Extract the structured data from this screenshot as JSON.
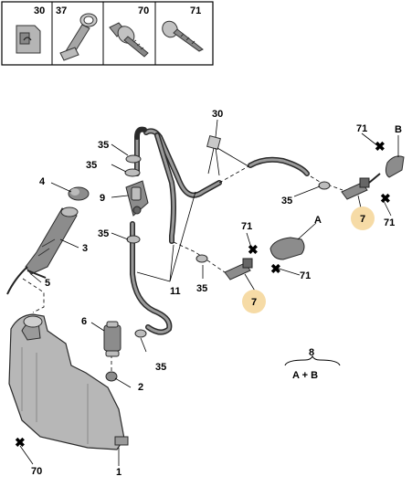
{
  "legend": {
    "cells": [
      {
        "ref": "30",
        "icon": "clip-icon"
      },
      {
        "ref": "37",
        "icon": "hose-clamp-icon"
      },
      {
        "ref": "70",
        "icon": "flange-screw-icon"
      },
      {
        "ref": "71",
        "icon": "self-tapping-screw-icon"
      }
    ]
  },
  "callouts": {
    "c30": "30",
    "c35a": "35",
    "c35b": "35",
    "c35c": "35",
    "c35d": "35",
    "c35e": "35",
    "c35f": "35",
    "c9": "9",
    "c4": "4",
    "c3": "3",
    "c5": "5",
    "c6": "6",
    "c2": "2",
    "c1": "1",
    "c70": "70",
    "c11": "11",
    "c71a": "71",
    "c71b": "71",
    "c71c": "71",
    "c71d": "71",
    "cA": "A",
    "cB": "B",
    "c7a": "7",
    "c7b": "7",
    "c8": "8",
    "c8sub": "A + B"
  }
}
